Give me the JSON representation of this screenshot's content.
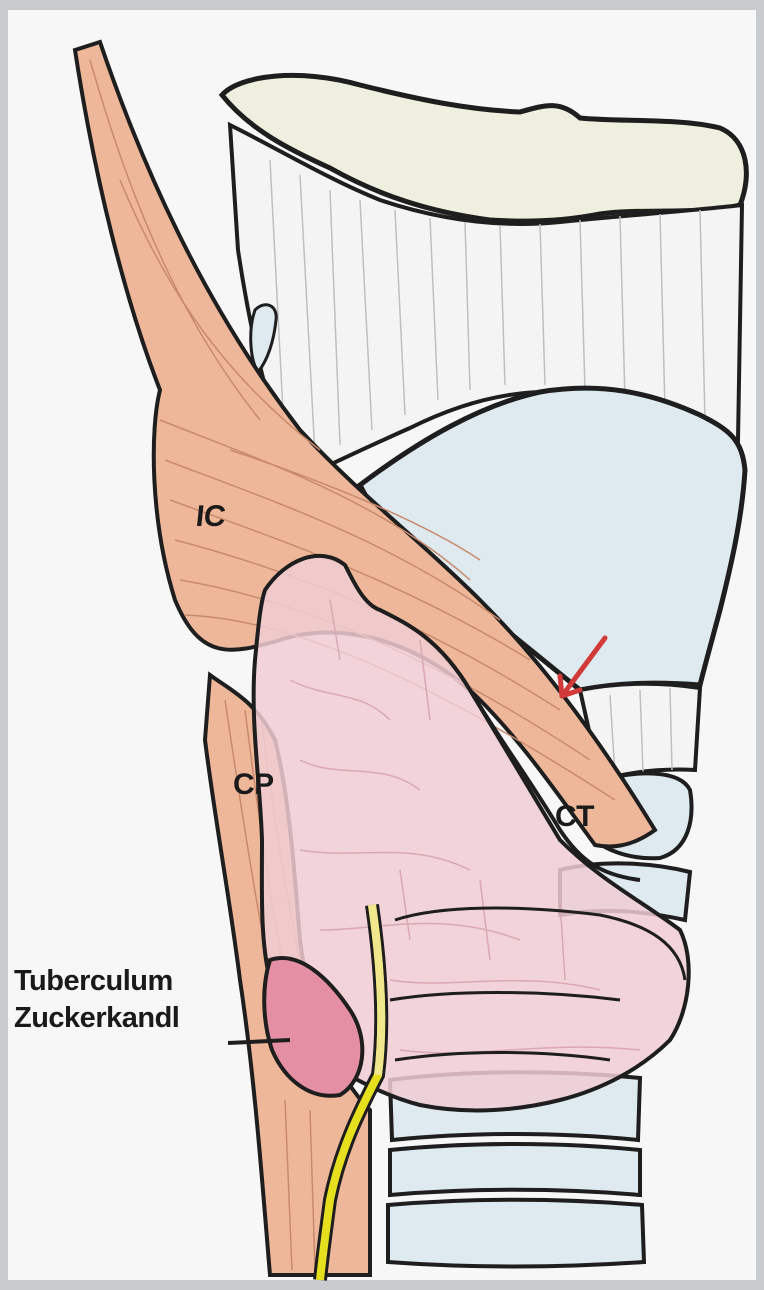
{
  "diagram": {
    "labels": {
      "ic": "IC",
      "cp": "CP",
      "ct": "CT",
      "tuberculum_line1": "Tuberculum",
      "tuberculum_line2": "Zuckerkandl"
    },
    "colors": {
      "frame": "#c9cccf",
      "background": "#f7f7f7",
      "muscle": "#efb79a",
      "muscle_stroke": "#c98a6c",
      "thyroid": "#f0cdd3",
      "tuberculum": "#e58fa4",
      "cartilage": "#dfe9f0",
      "hyoid": "#efefdf",
      "nerve": "#e6df1e",
      "arrow": "#d23a3a",
      "outline": "#1e1e1e"
    }
  }
}
